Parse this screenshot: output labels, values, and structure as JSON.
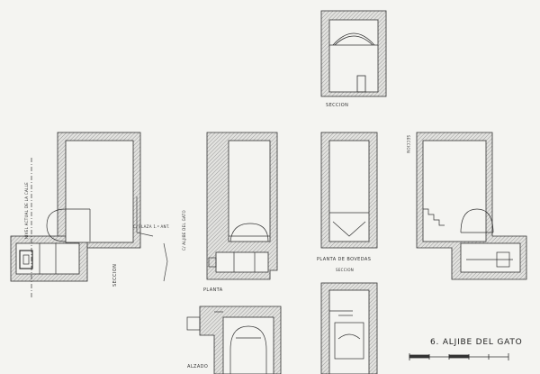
{
  "labels": {
    "seccion_top": "SECCION",
    "seccion_left": "SECCION",
    "seccion_right": "SECCION",
    "seccion_mid": "SECCION",
    "planta": "PLANTA",
    "planta_bovedas": "PLANTA DE BOVEDAS",
    "alzado": "ALZADO",
    "nivel_calle": "NIVEL ACTUAL DE LA CALLE",
    "c_plaza": "C/ PLAZA 1.º ANT.",
    "c_aljibe": "C/ ALJIBE DEL GATO"
  },
  "title": "6. ALJIBE DEL GATO",
  "colors": {
    "paper": "#f4f4f1",
    "ink": "#2a2a2a",
    "hatch": "#9a9a9a"
  }
}
